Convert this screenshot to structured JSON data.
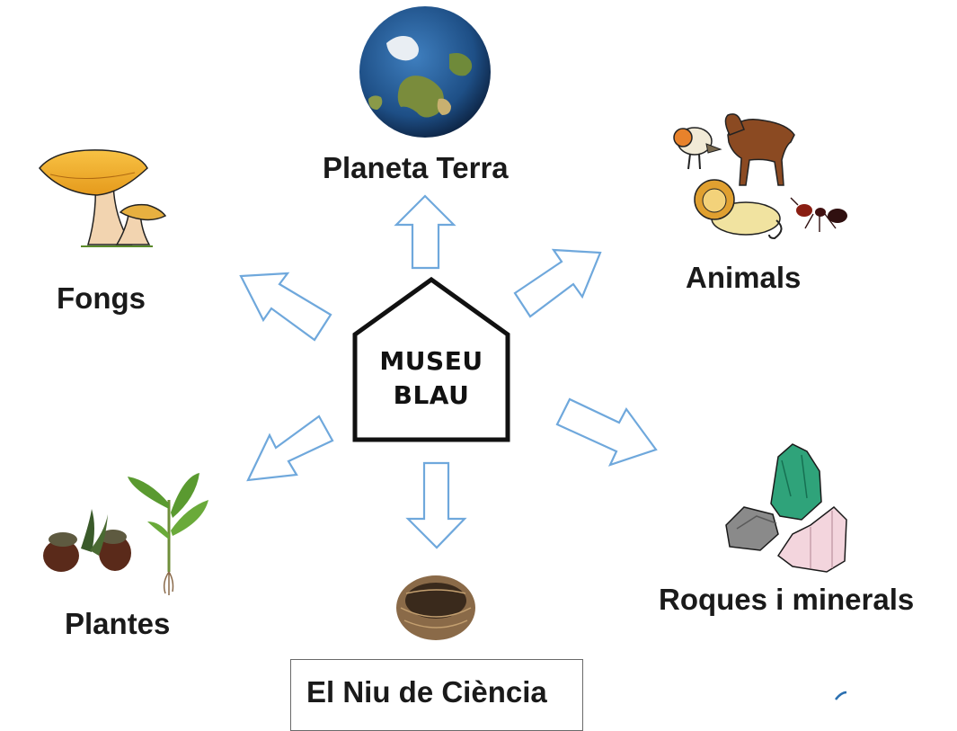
{
  "center": {
    "line1": "MUSEU",
    "line2": "BLAU"
  },
  "nodes": {
    "planeta": "Planeta Terra",
    "animals": "Animals",
    "fongs": "Fongs",
    "plantes": "Plantes",
    "roques": "Roques i minerals",
    "niu": "El Niu de Ciència"
  },
  "colors": {
    "arrow_stroke": "#6fa8dc",
    "house_stroke": "#111111"
  },
  "icons": [
    "earth-icon",
    "animals-icon",
    "mushroom-icon",
    "plants-icon",
    "minerals-icon",
    "nest-icon",
    "logo-icon"
  ]
}
